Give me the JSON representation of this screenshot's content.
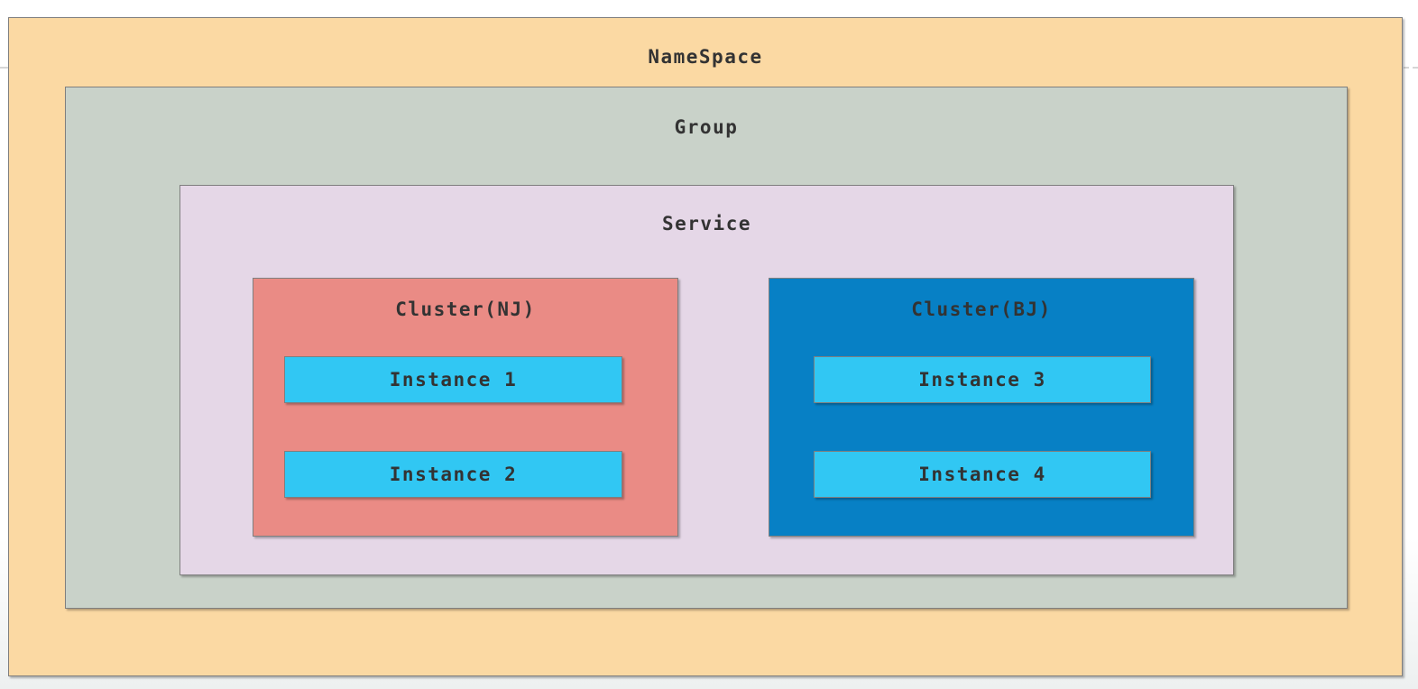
{
  "diagram": {
    "namespace": {
      "label": "NameSpace"
    },
    "group": {
      "label": "Group"
    },
    "service": {
      "label": "Service"
    },
    "clusters": [
      {
        "label": "Cluster(NJ)",
        "instances": [
          {
            "label": "Instance 1"
          },
          {
            "label": "Instance 2"
          }
        ]
      },
      {
        "label": "Cluster(BJ)",
        "instances": [
          {
            "label": "Instance 3"
          },
          {
            "label": "Instance 4"
          }
        ]
      }
    ],
    "colors": {
      "namespace_fill": "#fbd9a3",
      "group_fill": "#c9d2c9",
      "service_fill": "#e5d7e7",
      "cluster_nj_fill": "#ea8b85",
      "cluster_bj_fill": "#0780c5",
      "instance_fill": "#31c7f3",
      "border": "#7f7f7f",
      "text": "#333333"
    }
  }
}
